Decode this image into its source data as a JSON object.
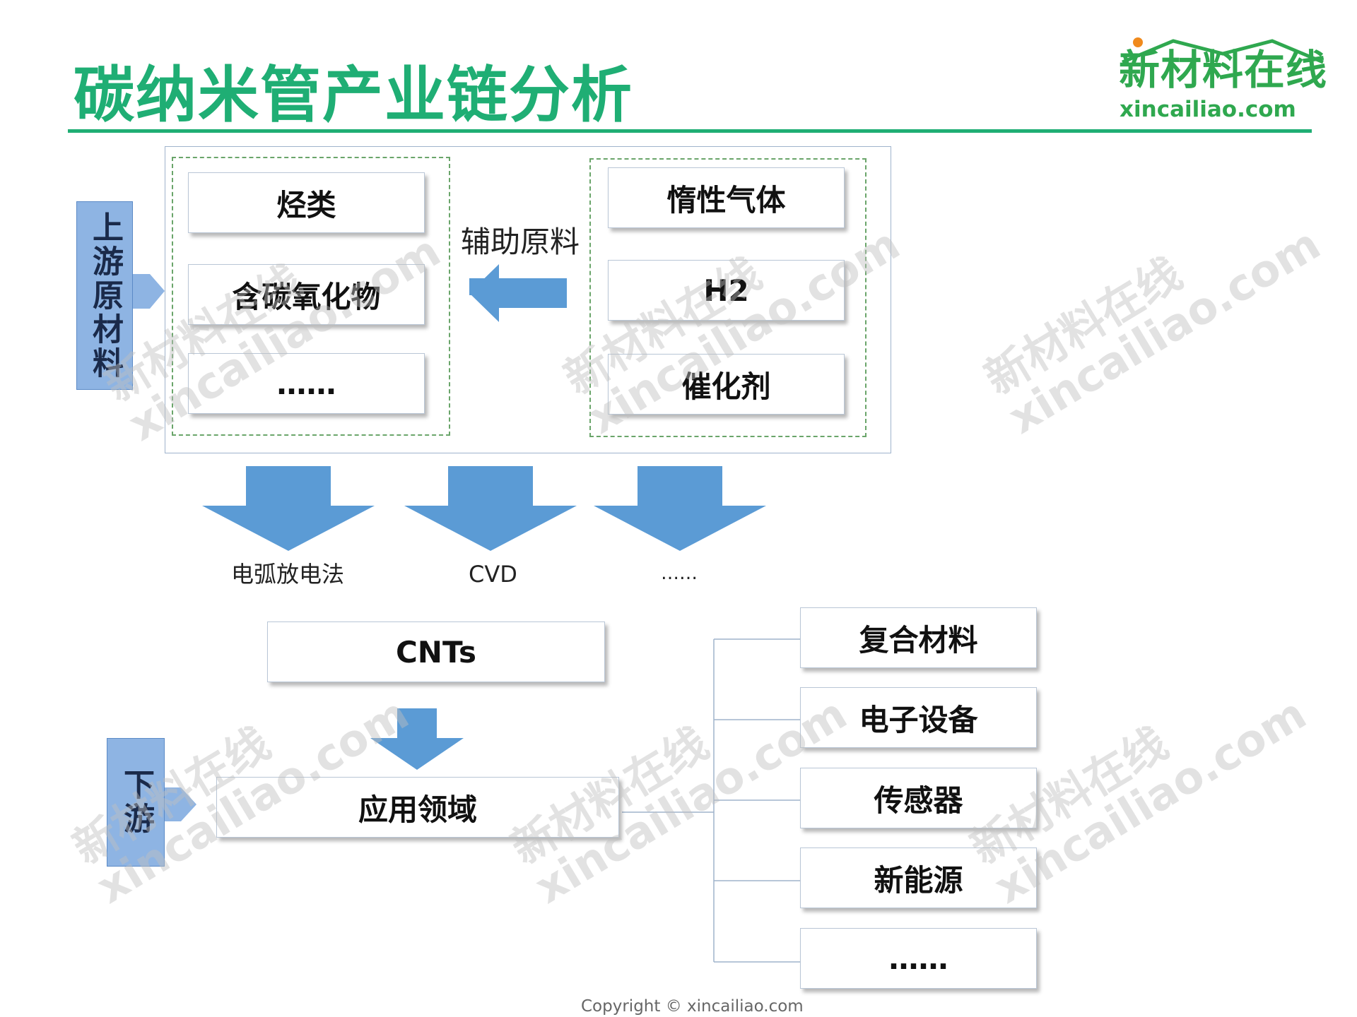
{
  "header": {
    "title": "碳纳米管产业链分析",
    "logo_cn": "新材料在线",
    "logo_en": "xincailiao.com"
  },
  "upstream": {
    "label": "上游原材料",
    "raw_materials": [
      "烃类",
      "含碳氧化物",
      "……"
    ],
    "auxiliary_label": "辅助原料",
    "auxiliary_items": [
      "惰性气体",
      "H2",
      "催化剂"
    ]
  },
  "methods": [
    "电弧放电法",
    "CVD",
    "……"
  ],
  "midstream": {
    "product": "CNTs"
  },
  "downstream": {
    "label": "下游",
    "application_label": "应用领域",
    "applications": [
      "复合材料",
      "电子设备",
      "传感器",
      "新能源",
      "……"
    ]
  },
  "watermark": {
    "line1": "新材料在线",
    "line2": "xincailiao.com"
  },
  "footer": {
    "copyright": "Copyright © xincailiao.com"
  },
  "colors": {
    "title_green": "#1fae74",
    "logo_green": "#2fa84f",
    "arrow_blue": "#5b9bd5",
    "side_label_blue": "#8eb4e3",
    "dashed_green": "#6aa56a"
  }
}
